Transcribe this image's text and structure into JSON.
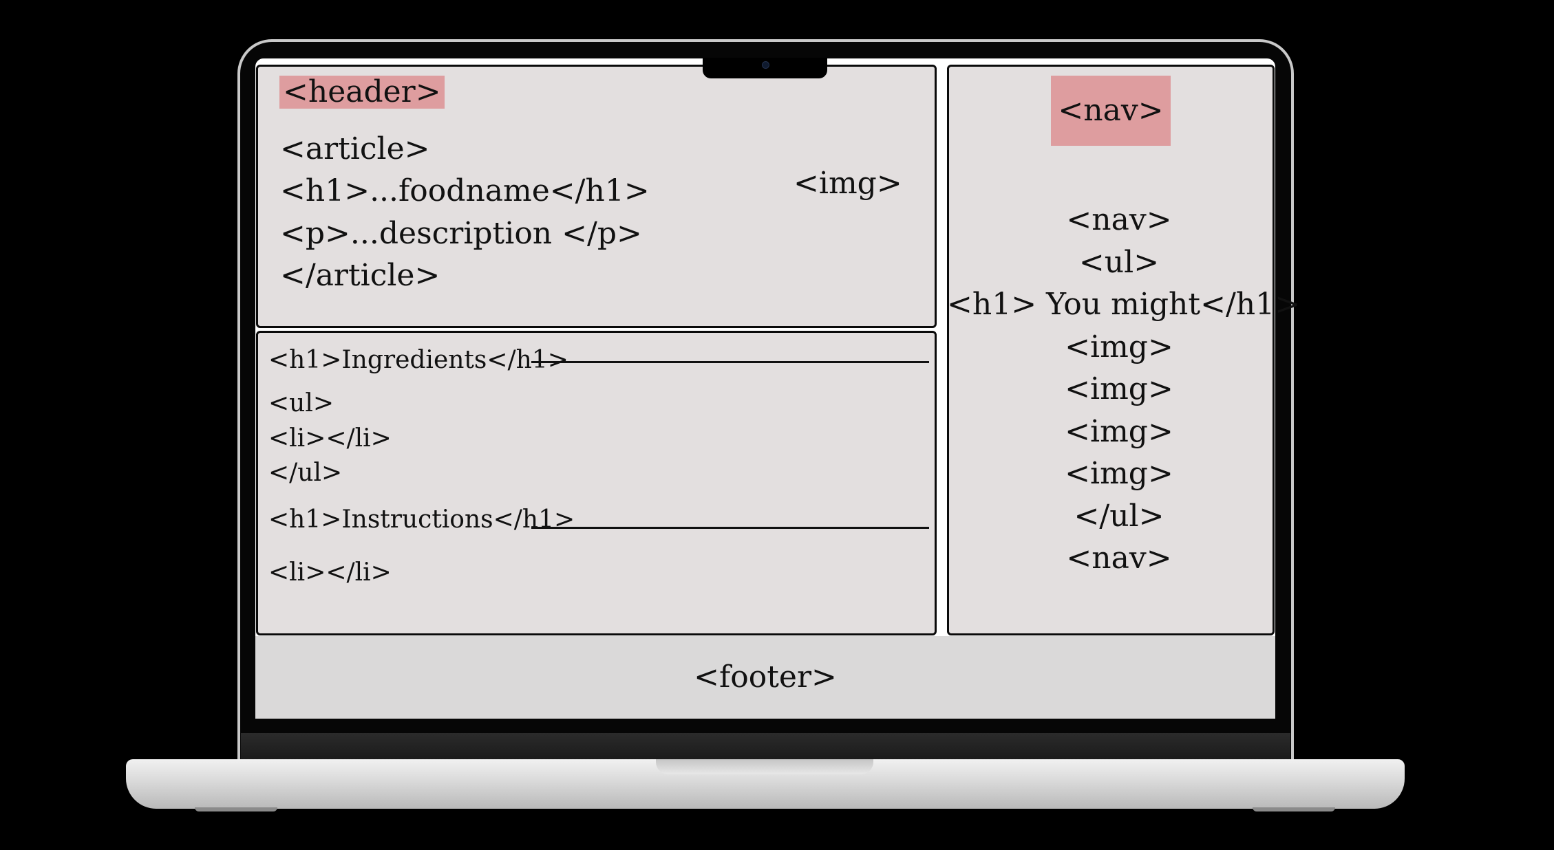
{
  "header_box": {
    "tag": "<header>",
    "lines": [
      "<article>",
      "<h1>...foodname</h1>",
      "<p>...description </p>",
      "</article>"
    ],
    "img_tag": "<img>"
  },
  "main_box": {
    "ingredients_heading": "<h1>Ingredients</h1>",
    "ingredients_lines": [
      "<ul>",
      "<li></li>",
      "</ul>"
    ],
    "instructions_heading": "<h1>Instructions</h1>",
    "instructions_lines": [
      "<li></li>"
    ]
  },
  "nav_box": {
    "tag": "<nav>",
    "lines": [
      "<nav>",
      "<ul>",
      "<h1> You might</h1>",
      "<img>",
      "<img>",
      "<img>",
      "<img>",
      "</ul>",
      "<nav>"
    ]
  },
  "footer_box": {
    "tag": "<footer>"
  },
  "colors": {
    "highlight": "#de9d9f",
    "box_fill": "#e3dfdf",
    "footer_fill": "#dad9d9",
    "background": "#000000"
  }
}
